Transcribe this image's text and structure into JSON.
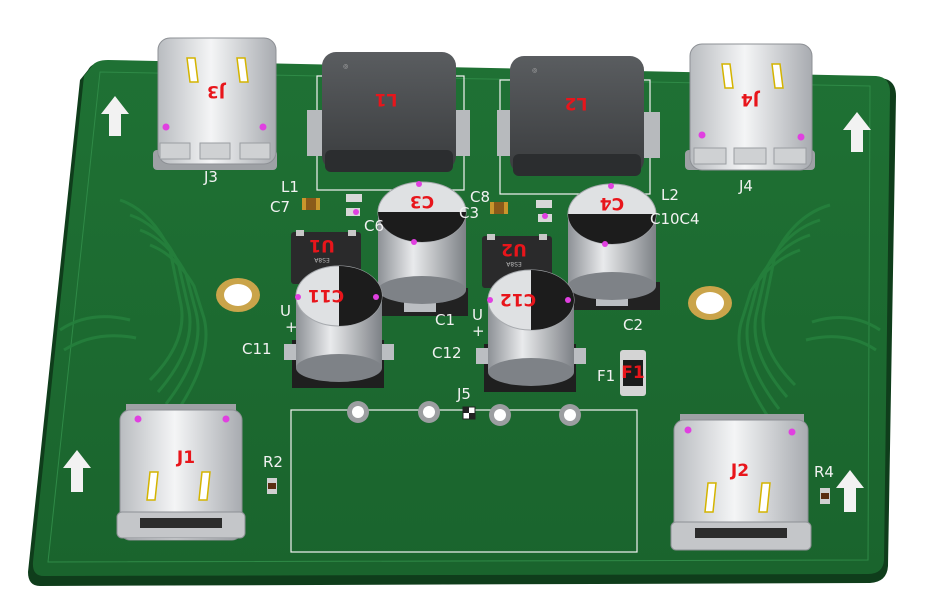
{
  "board": {
    "silkscreen": {
      "j3": "J3",
      "j4": "J4",
      "l1": "L1",
      "l2": "L2",
      "c7": "C7",
      "c6": "C6",
      "c3": "C3",
      "c8": "C8",
      "c10c4": "C10C4",
      "u1": "U",
      "u2": "U",
      "c11": "C11",
      "c12": "C12",
      "c1": "C1",
      "c2": "C2",
      "f1": "F1",
      "j5": "J5",
      "r2": "R2",
      "r4": "R4"
    },
    "bodies": {
      "j3": "J3",
      "j4": "J4",
      "l1": "L1",
      "l2": "L2",
      "u1": "U1",
      "u2": "U2",
      "c3": "C3",
      "c4": "C4",
      "c11": "C11",
      "c12": "C12",
      "j1": "J1",
      "j2": "J2",
      "f1": "F1"
    },
    "ic_marking": "ES8A",
    "plus_sign": "+",
    "colors": {
      "soldermask": "#1d6b30",
      "board_edge": "#0f3d1b",
      "silkscreen": "#f2f2f2",
      "refdes": "#e8151b",
      "pad_marker": "#e040e0"
    }
  }
}
